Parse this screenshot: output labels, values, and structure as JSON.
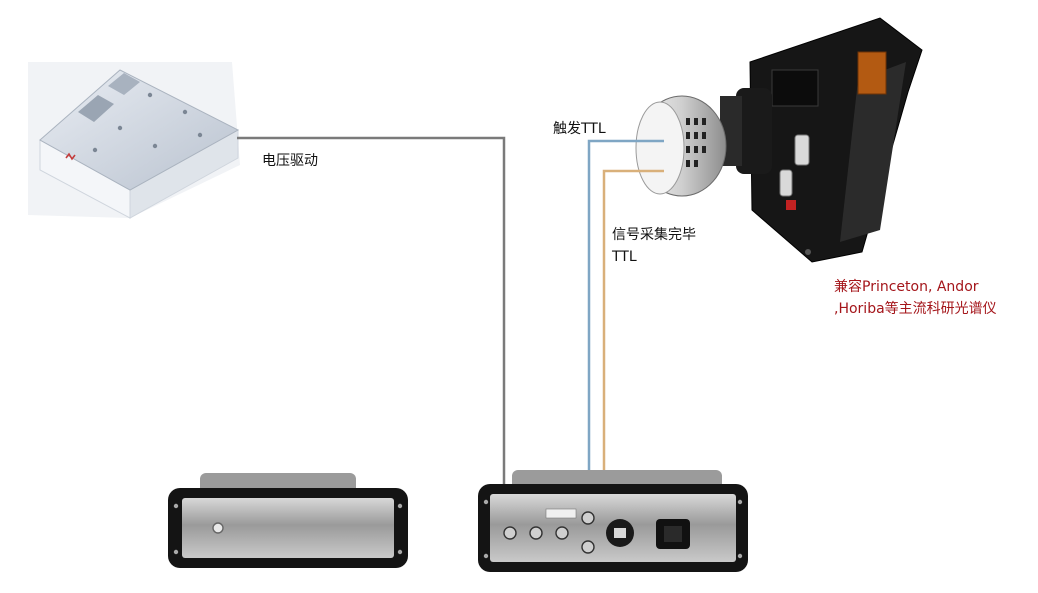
{
  "labels": {
    "voltage_drive": "电压驱动",
    "trigger_ttl": "触发TTL",
    "acquisition_done_line1": "信号采集完毕",
    "acquisition_done_line2": "TTL",
    "compat_line1": "兼容Princeton, Andor",
    "compat_line2": ",Horiba等主流科研光谱仪"
  },
  "colors": {
    "voltage_cable": "#7a7a7a",
    "trigger_cable": "#7fa6c4",
    "done_cable": "#d9b07a",
    "compat_text": "#a4151a"
  }
}
